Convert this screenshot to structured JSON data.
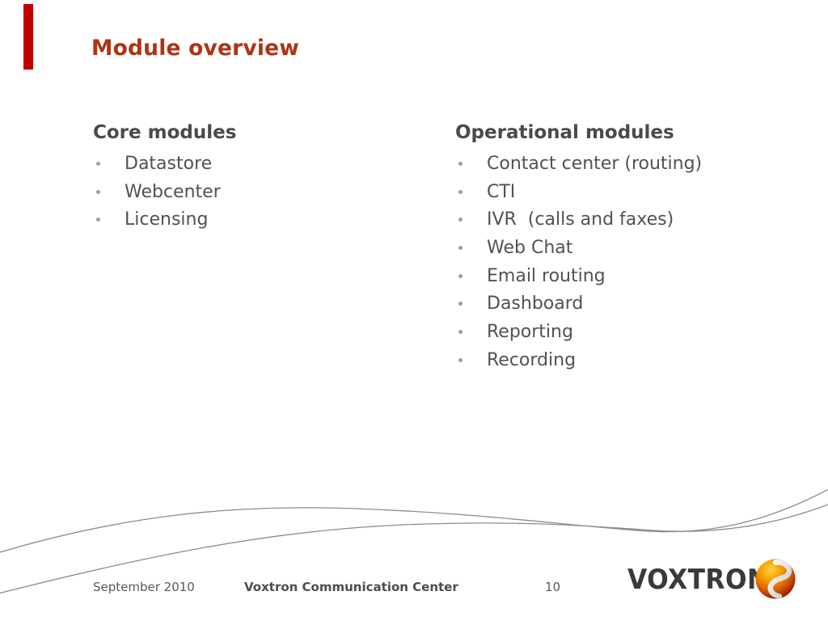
{
  "title": "Module overview",
  "columns": [
    {
      "heading": "Core modules",
      "items": [
        "Datastore",
        "Webcenter",
        "Licensing"
      ]
    },
    {
      "heading": "Operational modules",
      "items": [
        "Contact center (routing)",
        "CTI",
        "IVR  (calls and faxes)",
        "Web Chat",
        "Email routing",
        "Dashboard",
        "Reporting",
        "Recording"
      ]
    }
  ],
  "footer": {
    "date": "September 2010",
    "doc_title": "Voxtron Communication Center",
    "page_number": "10"
  },
  "logo": {
    "text": "VOXTRON",
    "icon": "voxtron-swirl-ball-icon"
  },
  "colors": {
    "title_red": "#AD3414",
    "accent_bar_red": "#C00000",
    "heading_gray": "#4A4A4A",
    "body_gray": "#555051",
    "bullet_gray": "#9E9E9E",
    "footer_gray": "#595959",
    "swoosh_gray": "#8C8C8C",
    "logo_text_gray": "#3A3A39",
    "ball_orange": "#F59200"
  }
}
